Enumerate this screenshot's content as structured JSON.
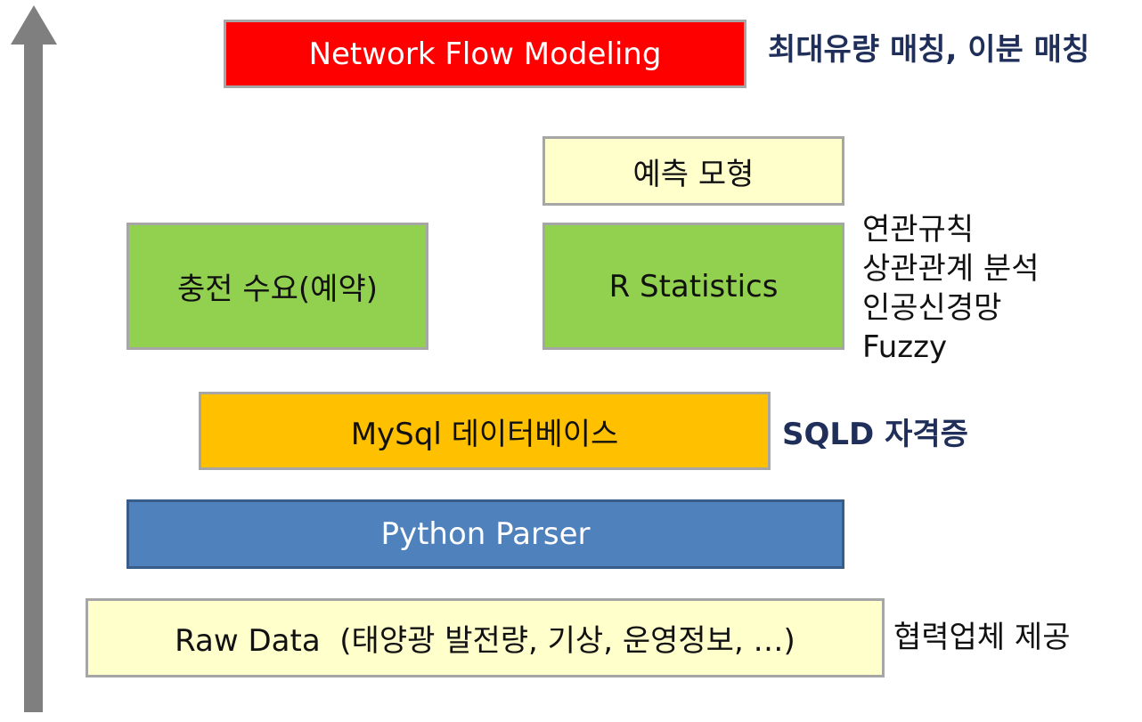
{
  "layers": {
    "network_flow": "Network Flow Modeling",
    "prediction": "예측 모형",
    "charging_demand": "충전 수요(예약)",
    "r_statistics": "R Statistics",
    "mysql": "MySql 데이터베이스",
    "python_parser": "Python Parser",
    "raw_data": "Raw Data  (태양광 발전량, 기상, 운영정보, …)"
  },
  "notes": {
    "network_flow": "최대유량 매칭, 이분 매칭",
    "r_methods": [
      "연관규칙",
      "상관관계 분석",
      "인공신경망",
      "Fuzzy"
    ],
    "mysql": "SQLD 자격증",
    "raw_data": "협력업체 제공"
  },
  "colors": {
    "red": "#ff0000",
    "light_yellow": "#ffffcc",
    "green": "#92d050",
    "orange": "#ffc000",
    "blue": "#4f81bd",
    "arrow": "#7f7f7f",
    "note_bold": "#1f2f5a"
  },
  "icons": {
    "progress_arrow": "up-arrow-icon"
  }
}
